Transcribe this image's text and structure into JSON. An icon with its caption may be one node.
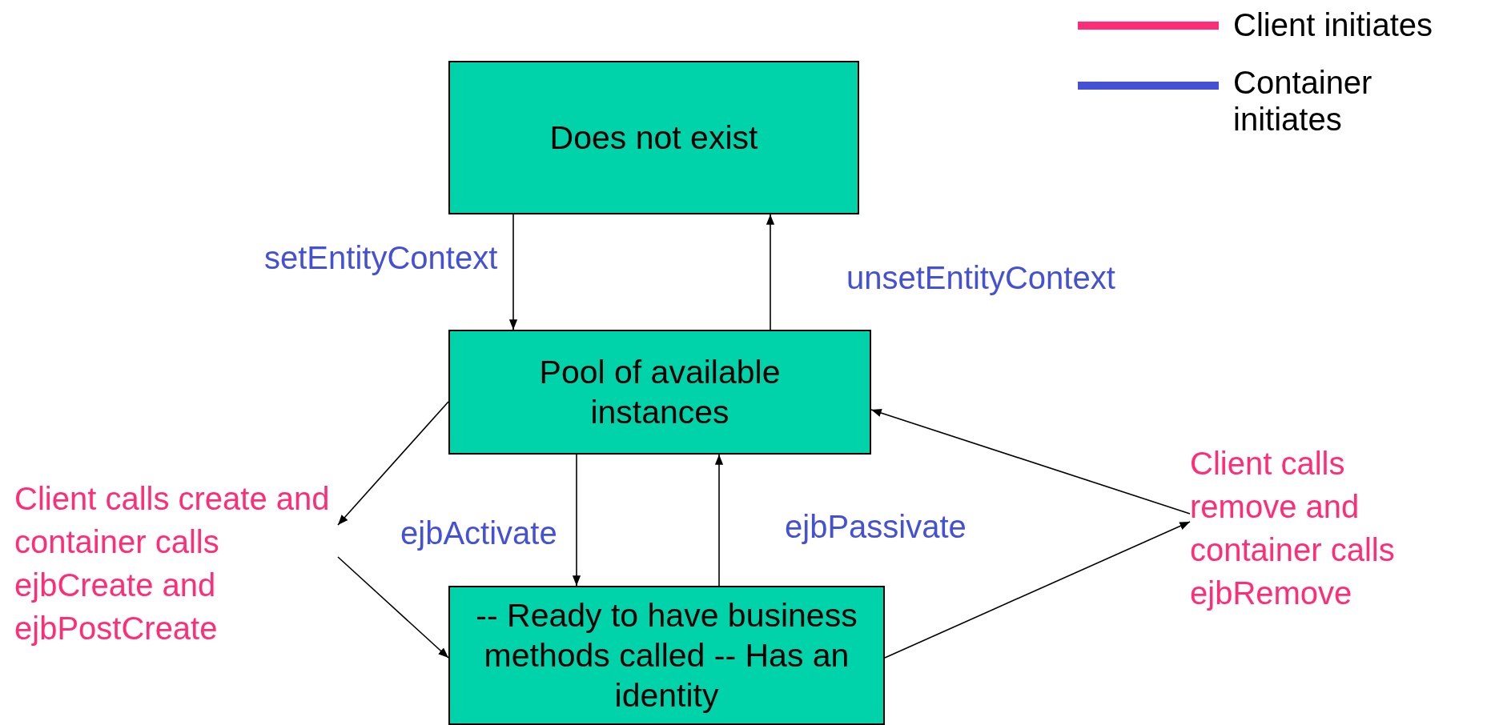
{
  "diagram": {
    "nodes": [
      {
        "text": [
          "Does not exist"
        ]
      },
      {
        "text": [
          "Pool of available instances"
        ]
      },
      {
        "text": [
          "-- Ready to have business methods called -- Has an identity"
        ]
      },
      {
        "text": [
          "Client calls create and container calls ejbCreate and ejbPostCreate"
        ]
      },
      {
        "text": [
          "Client calls remove and container calls ejbRemove"
        ]
      }
    ],
    "edges": [
      {
        "from": 0,
        "to": 1,
        "arrow": "to",
        "label": "setEntityContext"
      },
      {
        "from": 1,
        "to": 0,
        "arrow": "to",
        "label": "unsetEntityContext"
      },
      {
        "from": 1,
        "to": 2,
        "arrow": "to",
        "label": "ejbActivate"
      },
      {
        "from": 2,
        "to": 1,
        "arrow": "to",
        "label": "ejbPassivate"
      },
      {
        "from": 1,
        "to": 3,
        "arrow": "to"
      },
      {
        "from": 3,
        "to": 2,
        "arrow": "to"
      },
      {
        "from": 2,
        "to": 4,
        "arrow": "to"
      },
      {
        "from": 4,
        "to": 1,
        "arrow": "to"
      }
    ],
    "legend": [
      {
        "text": "Client initiates",
        "color": "#ff2d78"
      },
      {
        "text": "Container initiates",
        "color": "#4450d6"
      }
    ]
  }
}
